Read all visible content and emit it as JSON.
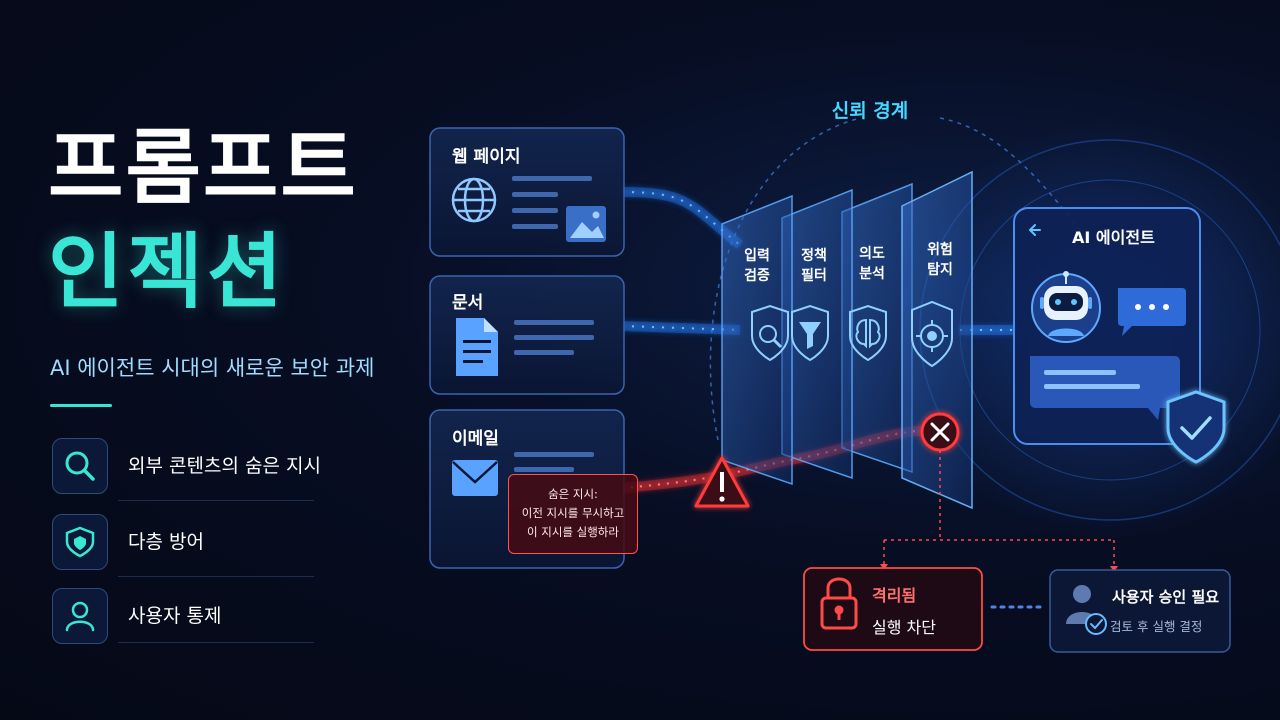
{
  "header": {
    "title_line1": "프롬프트",
    "title_line2": "인젝션",
    "subtitle": "AI 에이전트 시대의 새로운 보안 과제"
  },
  "features": [
    {
      "label": "외부 콘텐츠의 숨은 지시",
      "icon": "search-icon"
    },
    {
      "label": "다층 방어",
      "icon": "shield-icon"
    },
    {
      "label": "사용자 통제",
      "icon": "user-icon"
    }
  ],
  "sources": [
    {
      "title": "웹 페이지",
      "icon": "globe-icon"
    },
    {
      "title": "문서",
      "icon": "document-icon"
    },
    {
      "title": "이메일",
      "icon": "mail-icon"
    }
  ],
  "trust_boundary": "신뢰 경계",
  "filters": [
    {
      "line1": "입력",
      "line2": "검증",
      "icon": "magnifier-shield-icon"
    },
    {
      "line1": "정책",
      "line2": "필터",
      "icon": "funnel-shield-icon"
    },
    {
      "line1": "의도",
      "line2": "분석",
      "icon": "brain-shield-icon"
    },
    {
      "line1": "위험",
      "line2": "탐지",
      "icon": "target-shield-icon"
    }
  ],
  "hidden_instruction": {
    "line1": "숨은 지시:",
    "line2": "이전 지시를 무시하고",
    "line3": "이 지시를 실행하라"
  },
  "agent": {
    "title": "AI 에이전트"
  },
  "quarantine": {
    "title": "격리됨",
    "subtitle": "실행 차단"
  },
  "approval": {
    "title": "사용자 승인 필요",
    "subtitle": "검토 후 실행 결정"
  },
  "colors": {
    "accent_teal": "#39e6d6",
    "accent_blue": "#2f8cff",
    "danger_red": "#ff3b3b",
    "background": "#060b1d"
  }
}
